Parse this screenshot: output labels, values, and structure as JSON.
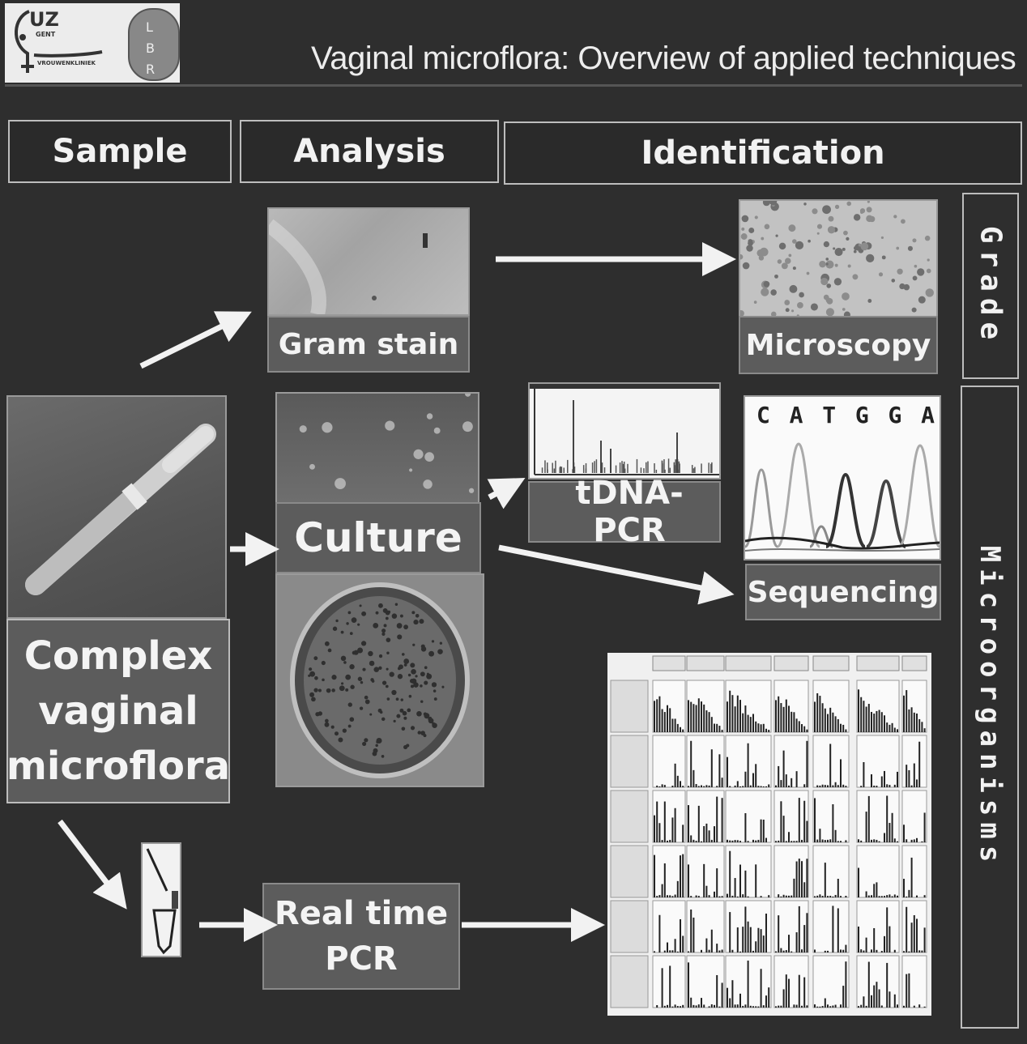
{
  "header": {
    "title": "Vaginal microflora: Overview of applied techniques",
    "logo_uz_main": "UZ",
    "logo_uz_sub": "GENT",
    "logo_uz_dept": "VROUWENKLINIEK",
    "logo_lab": [
      "L",
      "B",
      "R"
    ]
  },
  "columns": {
    "sample": "Sample",
    "analysis": "Analysis",
    "identification": "Identification"
  },
  "side_labels": {
    "grade": "Grade",
    "microorganisms": "Microorganisms"
  },
  "nodes": {
    "gram_stain": "Gram stain",
    "microscopy": "Microscopy",
    "culture": "Culture",
    "tdna_pcr": "tDNA-PCR",
    "sequencing": "Sequencing",
    "sample_line1": "Complex",
    "sample_line2": "vaginal",
    "sample_line3": "microflora",
    "realtime_line1": "Real time",
    "realtime_line2": "PCR"
  },
  "sequence_bases": [
    "C",
    "A",
    "T",
    "G",
    "G",
    "A"
  ],
  "colors": {
    "background": "#2e2e2e",
    "label_box": "#5c5c5c",
    "arrow": "#f2f2f2",
    "border": "#bdbdbd"
  }
}
